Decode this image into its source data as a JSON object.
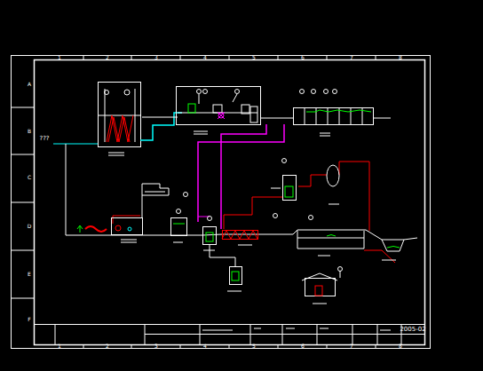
{
  "diagram": {
    "labels": [
      "1",
      "2",
      "3",
      "4",
      "5",
      "6",
      "7",
      "8",
      "1",
      "2",
      "3",
      "4",
      "5",
      "6",
      "7",
      "8",
      "A",
      "B",
      "C",
      "D",
      "E",
      "F",
      "???",
      "2005-02"
    ]
  }
}
